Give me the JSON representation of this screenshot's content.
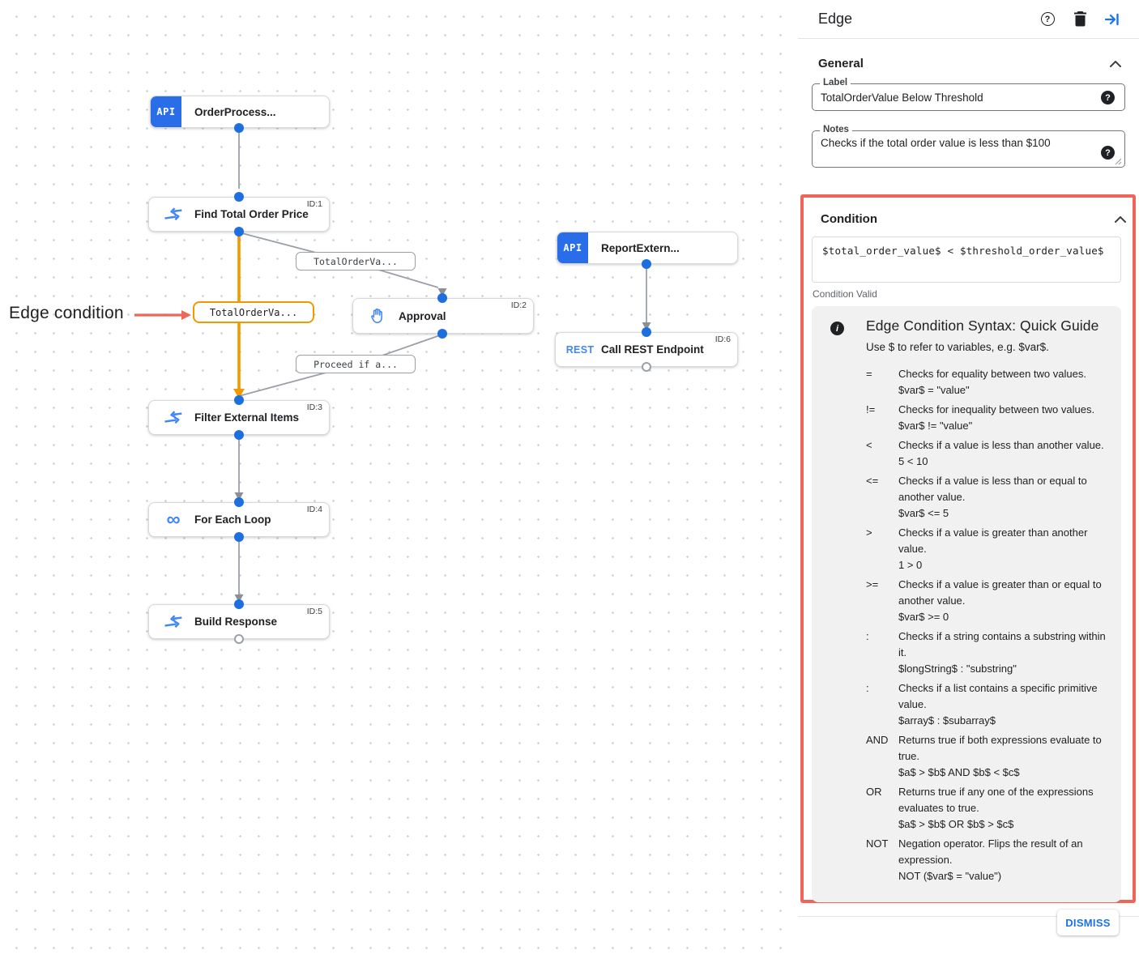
{
  "canvas": {
    "annotation": {
      "label": "Edge condition"
    },
    "nodes": [
      {
        "type": "trigger",
        "badge": "API",
        "label": "OrderProcess..."
      },
      {
        "type": "task",
        "icon": "data-mapping",
        "id_badge": "ID:1",
        "label": "Find Total Order Price"
      },
      {
        "type": "task",
        "icon": "approval-hand",
        "id_badge": "ID:2",
        "label": "Approval"
      },
      {
        "type": "trigger",
        "badge": "API",
        "label": "ReportExtern..."
      },
      {
        "type": "task",
        "icon": "rest",
        "rest_word": "REST",
        "id_badge": "ID:6",
        "label": "Call REST Endpoint"
      },
      {
        "type": "task",
        "icon": "data-mapping",
        "id_badge": "ID:3",
        "label": "Filter External Items"
      },
      {
        "type": "task",
        "icon": "loop",
        "loop_glyph": "∞",
        "id_badge": "ID:4",
        "label": "For Each Loop"
      },
      {
        "type": "task",
        "icon": "data-mapping",
        "id_badge": "ID:5",
        "label": "Build Response"
      }
    ],
    "edge_labels": [
      {
        "text": "TotalOrderVa...",
        "selected": false
      },
      {
        "text": "TotalOrderVa...",
        "selected": true
      },
      {
        "text": "Proceed if a...",
        "selected": false
      }
    ]
  },
  "panel": {
    "title": "Edge",
    "icons": {
      "help": "?",
      "delete": "trash",
      "collapse": "collapse-right"
    },
    "general": {
      "heading": "General",
      "label_field": {
        "label": "Label",
        "value": "TotalOrderValue Below Threshold"
      },
      "notes_field": {
        "label": "Notes",
        "value": "Checks if the total order value is less than $100"
      }
    },
    "condition": {
      "heading": "Condition",
      "expression": "$total_order_value$ < $threshold_order_value$",
      "status": "Condition Valid",
      "guide": {
        "title": "Edge Condition Syntax: Quick Guide",
        "intro": "Use $ to refer to variables, e.g. $var$.",
        "rows": [
          {
            "op": "=",
            "desc": "Checks for equality between two values.",
            "example": "$var$ = \"value\""
          },
          {
            "op": "!=",
            "desc": "Checks for inequality between two values.",
            "example": "$var$ != \"value\""
          },
          {
            "op": "<",
            "desc": "Checks if a value is less than another value.",
            "example": "5 < 10"
          },
          {
            "op": "<=",
            "desc": "Checks if a value is less than or equal to another value.",
            "example": "$var$ <= 5"
          },
          {
            "op": ">",
            "desc": "Checks if a value is greater than another value.",
            "example": "1 > 0"
          },
          {
            "op": ">=",
            "desc": "Checks if a value is greater than or equal to another value.",
            "example": "$var$ >= 0"
          },
          {
            "op": ":",
            "desc": "Checks if a string contains a substring within it.",
            "example": "$longString$ : \"substring\""
          },
          {
            "op": ":",
            "desc": "Checks if a list contains a specific primitive value.",
            "example": "$array$ : $subarray$"
          },
          {
            "op": "AND",
            "desc": "Returns true if both expressions evaluate to true.",
            "example": "$a$ > $b$ AND $b$ < $c$"
          },
          {
            "op": "OR",
            "desc": "Returns true if any one of the expressions evaluates to true.",
            "example": "$a$ > $b$ OR $b$ > $c$"
          },
          {
            "op": "NOT",
            "desc": "Negation operator. Flips the result of an expression.",
            "example": "NOT ($var$ = \"value\")"
          }
        ]
      }
    },
    "dismiss_label": "DISMISS"
  },
  "colors": {
    "accent_blue": "#1a73e8",
    "node_badge_blue": "#2a6de9",
    "selected_edge_orange": "#f29900",
    "edge_gray": "#9aa0a6",
    "annotation_red": "#f0655a",
    "guide_card_bg": "#f1f1f1"
  }
}
